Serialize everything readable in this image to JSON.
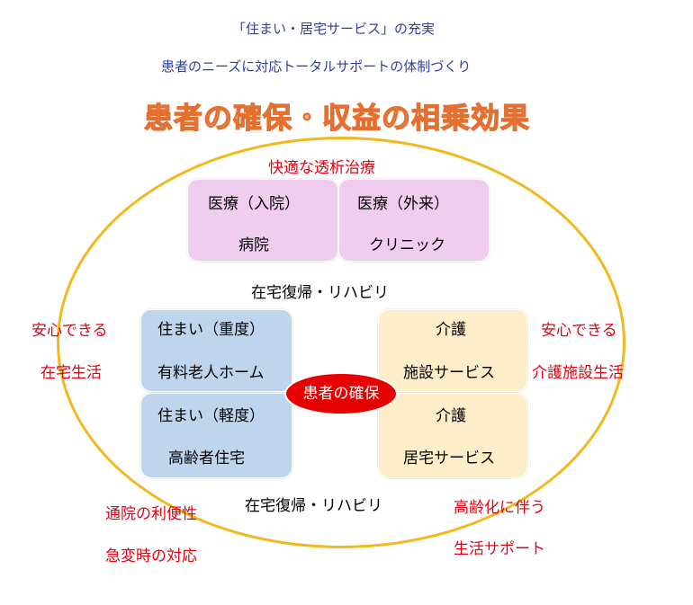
{
  "header": {
    "line1": "「住まい・居宅サービス」の充実",
    "line2": "患者のニーズに対応トータルサポートの体制づくり",
    "headline": "患者の確保・収益の相乗効果"
  },
  "diagram": {
    "top_label": "快適な透析治療",
    "box_inpatient": {
      "line1": "医療（入院）",
      "line2": "病院"
    },
    "box_outpatient": {
      "line1": "医療（外来）",
      "line2": "クリニック"
    },
    "middle_label": "在宅復帰・リハビリ",
    "box_housing_severe": {
      "line1": "住まい（重度）",
      "line2": "有料老人ホーム"
    },
    "box_housing_mild": {
      "line1": "住まい（軽度）",
      "line2": "高齢者住宅"
    },
    "box_care_facility": {
      "line1": "介護",
      "line2": "施設サービス"
    },
    "box_care_home": {
      "line1": "介護",
      "line2": "居宅サービス"
    },
    "center_label": "患者の確保",
    "bottom_label": "在宅復帰・リハビリ",
    "left_side": {
      "line1": "安心できる",
      "line2": "在宅生活"
    },
    "right_side": {
      "line1": "安心できる",
      "line2": "介護施設生活"
    },
    "bottom_left": {
      "line1": "通院の利便性",
      "line2": "急変時の対応"
    },
    "bottom_right": {
      "line1": "高齢化に伴う",
      "line2": "生活サポート"
    }
  },
  "colors": {
    "header_text": "#2f3fa0",
    "headline_fill": "#f8b38c",
    "headline_stroke": "#e46f2e",
    "accent_red": "#e60012",
    "ring": "#f2b81d",
    "medical_box": "#f0cdee",
    "housing_box": "#bfd5ed",
    "care_box": "#fdedc8",
    "center_fill": "#e60000"
  }
}
